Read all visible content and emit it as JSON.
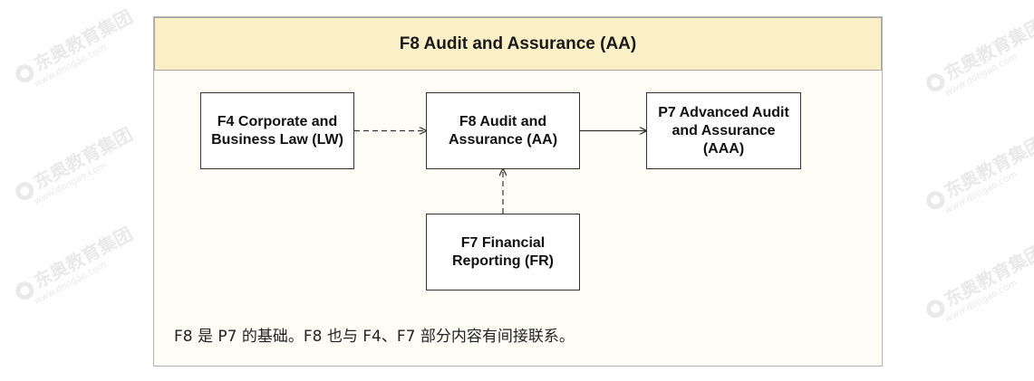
{
  "diagram": {
    "title": "F8 Audit and Assurance (AA)",
    "nodes": [
      {
        "id": "f4",
        "label": "F4 Corporate and Business Law (LW)"
      },
      {
        "id": "f8",
        "label": "F8 Audit and Assurance (AA)"
      },
      {
        "id": "p7",
        "label": "P7 Advanced Audit and Assurance (AAA)"
      },
      {
        "id": "f7",
        "label": "F7 Financial Reporting (FR)"
      }
    ],
    "edges": [
      {
        "from": "f4",
        "to": "f8",
        "style": "dashed"
      },
      {
        "from": "f8",
        "to": "p7",
        "style": "solid"
      },
      {
        "from": "f7",
        "to": "f8",
        "style": "dashed"
      }
    ],
    "note": "F8 是 P7 的基础。F8 也与 F4、F7 部分内容有间接联系。"
  },
  "watermark": {
    "text": "东奥教育集团",
    "url": "www.dongao.com"
  },
  "colors": {
    "header_bg": "#faefc6",
    "content_bg": "#fffdf5",
    "border": "#333333",
    "watermark": "#e6e6e6"
  }
}
